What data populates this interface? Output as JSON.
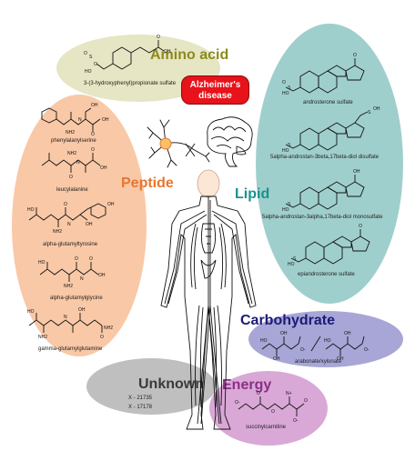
{
  "center": {
    "disease_line1": "Alzheimer's",
    "disease_line2": "disease"
  },
  "categories": {
    "amino_acid": "Amino acid",
    "peptide": "Peptide",
    "lipid": "Lipid",
    "carbohydrate": "Carbohydrate",
    "energy": "Energy",
    "unknown": "Unknown"
  },
  "metabolites": {
    "amino_acid": [
      "3-(3-hydroxyphenyl)propionate sulfate"
    ],
    "peptide": [
      "phenylalanylserine",
      "leucylalanine",
      "alpha-glutamyltyrosine",
      "alpha-glutamylglycine",
      "gamma-glutamylglutamine"
    ],
    "lipid": [
      "androsterone sulfate",
      "5alpha-androstan-3beta,17beta-diol disulfate",
      "5alpha-androstan-3alpha,17beta-diol monosulfate",
      "epiandrosterone sulfate"
    ],
    "carbohydrate": [
      "arabonate/xylonate"
    ],
    "energy": [
      "succinylcarnitine"
    ],
    "unknown": [
      "X - 21735",
      "X - 17178"
    ]
  },
  "colors": {
    "amino_acid_fill": "#e6e5c4",
    "amino_acid_text": "#8c8a1c",
    "peptide_fill": "#f9c8a6",
    "peptide_text": "#e8772e",
    "lipid_fill": "#9fcfcc",
    "lipid_text": "#17938f",
    "carbohydrate_fill": "#a7a6d6",
    "carbohydrate_text": "#1c1a7a",
    "energy_fill": "#d9a8d7",
    "energy_text": "#8b2f86",
    "unknown_fill": "#bfbfbf",
    "unknown_text": "#3a3a3a",
    "disease_fill": "#e8121a"
  },
  "icons": [
    "neuron-icon",
    "brain-icon",
    "human-body-icon"
  ]
}
